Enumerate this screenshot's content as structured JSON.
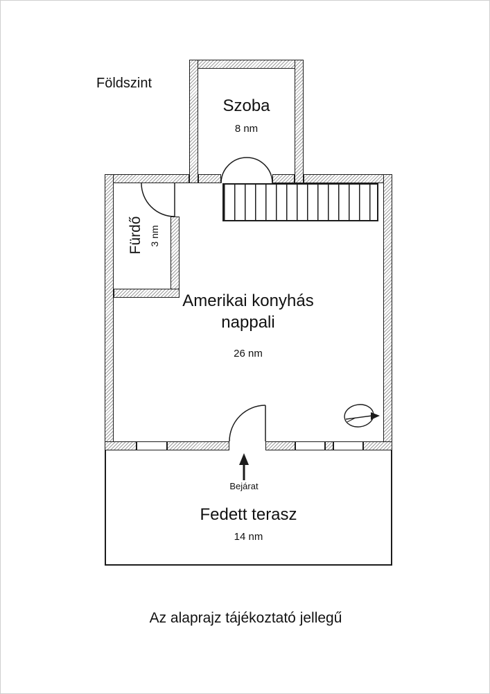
{
  "page": {
    "floor_title": "Földszint",
    "disclaimer": "Az alaprajz tájékoztató jellegű"
  },
  "rooms": {
    "szoba": {
      "name": "Szoba",
      "area": "8 nm"
    },
    "furdo": {
      "name": "Fürdő",
      "area": "3 nm"
    },
    "nappali": {
      "name": "Amerikai konyhás nappali",
      "area": "26 nm"
    },
    "terasz": {
      "name": "Fedett terasz",
      "area": "14 nm"
    }
  },
  "entrance": {
    "label": "Bejárat"
  },
  "icons": {
    "north_arrow": "north-arrow-icon",
    "entrance_arrow": "up-arrow-icon"
  },
  "colors": {
    "background": "#ffffff",
    "line": "#1c1c1c",
    "wall_hatch": "#9c9c9c",
    "text": "#111111"
  }
}
